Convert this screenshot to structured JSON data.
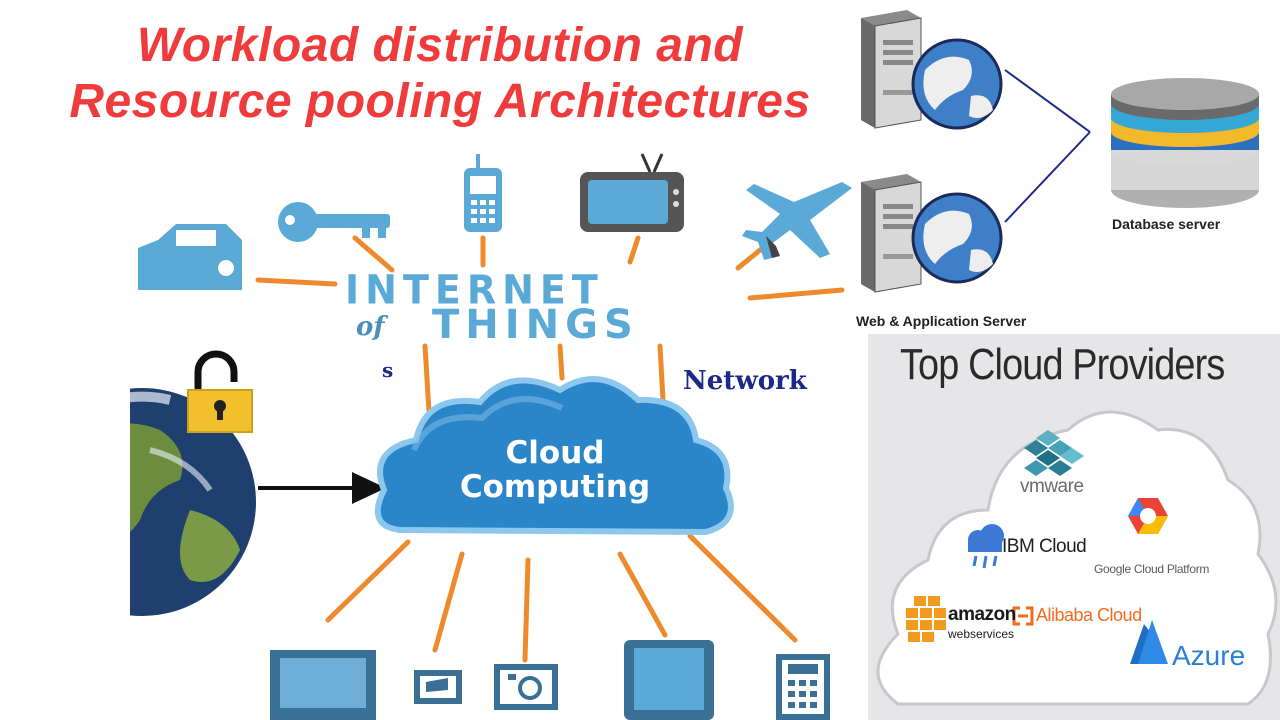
{
  "title": {
    "line1": "Workload distribution and",
    "line2": "Resource pooling Architectures"
  },
  "iot": {
    "word1": "INTERNET",
    "of": "of",
    "word2": "THINGS",
    "network": "Network",
    "fragment": "s",
    "cloud_line1": "Cloud",
    "cloud_line2": "Computing",
    "icons": [
      "key-icon",
      "phone-icon",
      "tv-icon",
      "airplane-icon",
      "car-icon",
      "globe-icon",
      "padlock-icon",
      "monitor-icon",
      "cctv-icon",
      "camera-icon",
      "tablet-icon",
      "calculator-icon"
    ]
  },
  "network_diagram": {
    "db_label": "Database server",
    "web_label": "Web & Application Server"
  },
  "providers": {
    "title": "Top Cloud Providers",
    "vmware": "vmware",
    "ibm": "IBM Cloud",
    "google": "Google Cloud Platform",
    "amazon": "amazon",
    "amazon_sub": "webservices",
    "alibaba": "Alibaba Cloud",
    "azure": "Azure"
  },
  "colors": {
    "title_red": "#ef3b3b",
    "iot_blue": "#5aa9d6",
    "connector_orange": "#ee8a2c",
    "cloud_blue": "#2a86c8",
    "network_navy": "#1b2a8a",
    "providers_bg": "#e6e6e8"
  }
}
